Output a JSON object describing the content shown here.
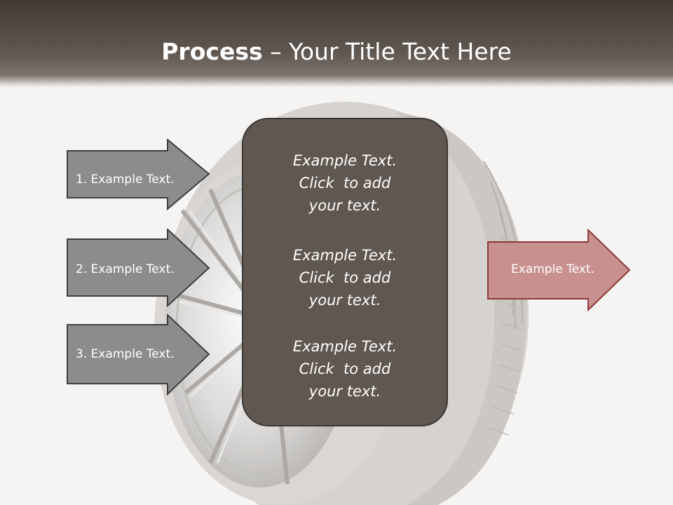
{
  "slide": {
    "title_bold": "Process",
    "title_rest": " – Your Title Text Here"
  },
  "steps": [
    {
      "label": "1. Example Text."
    },
    {
      "label": "2. Example Text."
    },
    {
      "label": "3. Example Text."
    }
  ],
  "center_box": {
    "blocks": [
      {
        "line1": "Example Text.",
        "line2": "Click  to add",
        "line3": "your text."
      },
      {
        "line1": "Example Text.",
        "line2": "Click  to add",
        "line3": "your text."
      },
      {
        "line1": "Example Text.",
        "line2": "Click  to add",
        "line3": "your text."
      }
    ]
  },
  "output": {
    "label": "Example Text."
  },
  "colors": {
    "header": "#4a433d",
    "step_arrow_fill": "#8c8c8c",
    "center_box_fill": "#5f5750",
    "output_arrow_fill": "#c99090",
    "output_arrow_border": "#8a3a3a"
  },
  "icons": {
    "background_image": "tire-wheel-icon"
  }
}
